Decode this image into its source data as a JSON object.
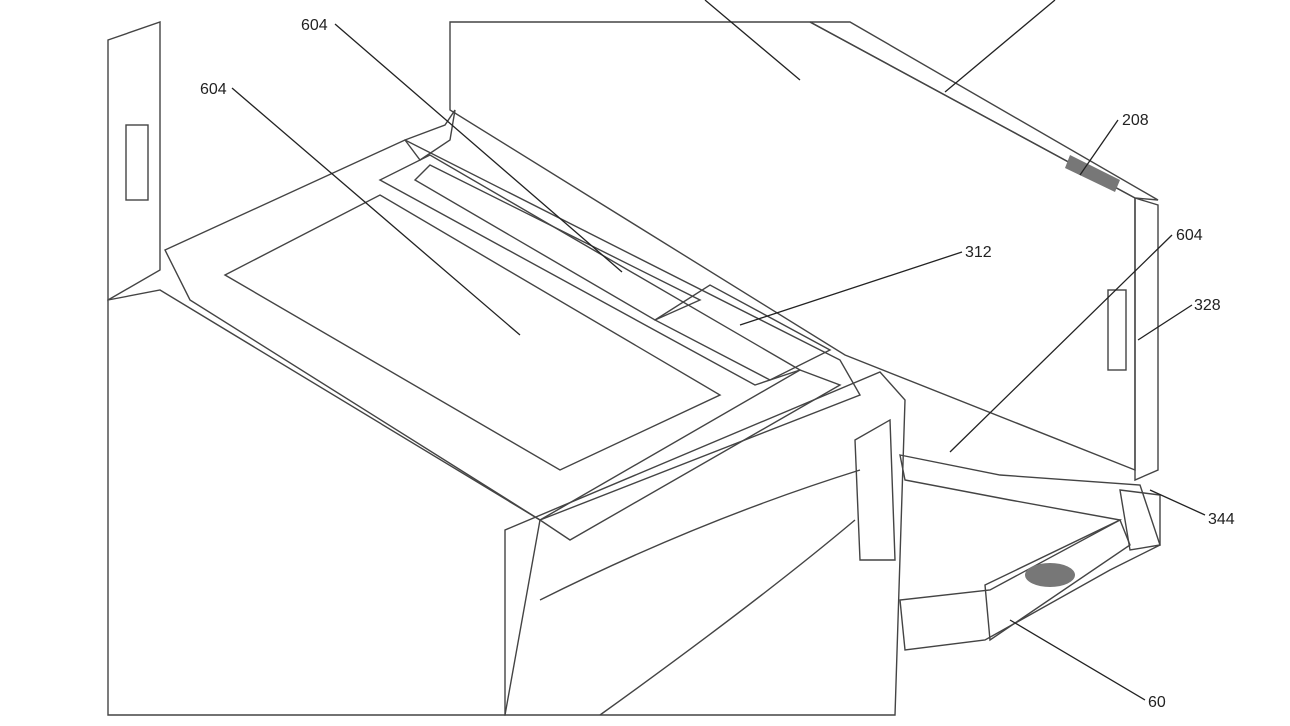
{
  "figure": {
    "reference_labels": [
      {
        "id": "label-604-top",
        "text": "604"
      },
      {
        "id": "label-604-left",
        "text": "604"
      },
      {
        "id": "label-208",
        "text": "208"
      },
      {
        "id": "label-312",
        "text": "312"
      },
      {
        "id": "label-604-right",
        "text": "604"
      },
      {
        "id": "label-328",
        "text": "328"
      },
      {
        "id": "label-344",
        "text": "344"
      },
      {
        "id": "label-60",
        "text": "60"
      }
    ]
  }
}
